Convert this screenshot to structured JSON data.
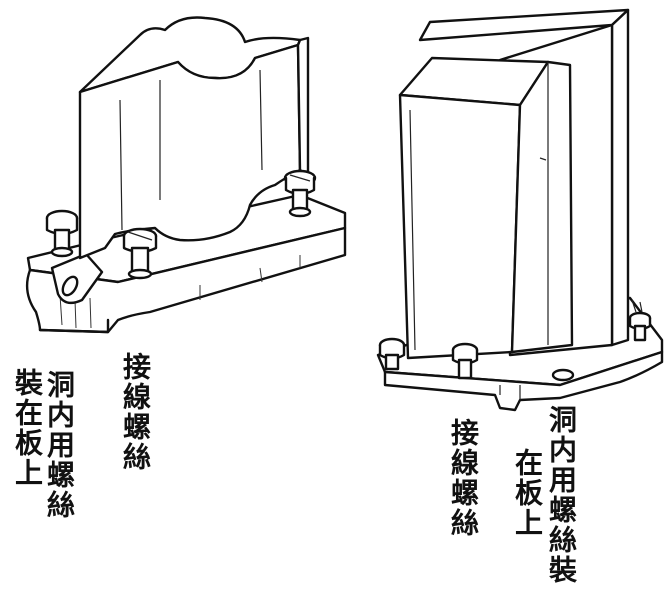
{
  "labels": {
    "left_mount": "裝在板上",
    "left_hole_screw": "洞内用螺絲",
    "left_terminal": "接線螺絲",
    "right_terminal": "接線螺絲",
    "right_mount": "洞内用螺絲裝",
    "right_mount2": "在板上"
  }
}
